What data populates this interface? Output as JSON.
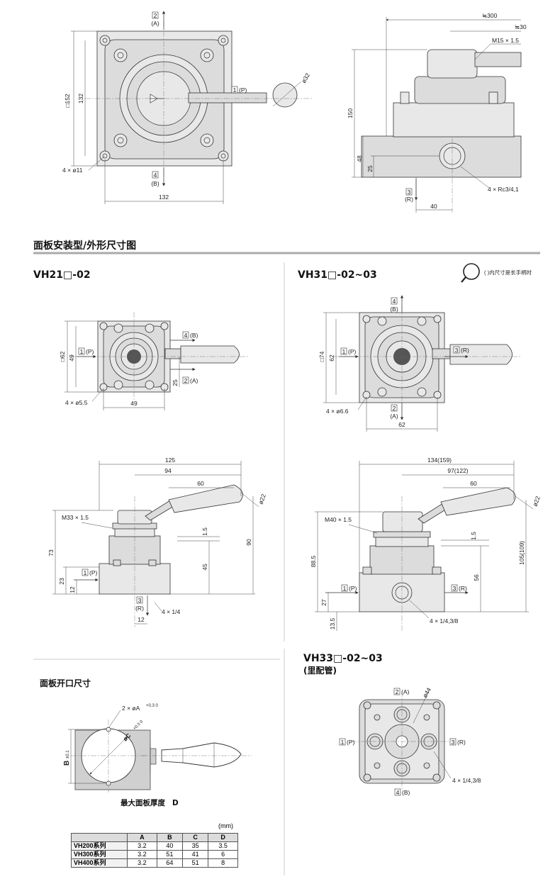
{
  "top_section": {
    "left_view": {
      "ports": {
        "p2": "2",
        "p2_letter": "(A)",
        "p4": "4",
        "p4_letter": "(B)",
        "p1": "1",
        "p1_letter": "(P)"
      },
      "dims": {
        "width": "132",
        "height": "132",
        "square": "□152",
        "holes": "4 × ø11",
        "knob": "ø32"
      }
    },
    "right_view": {
      "dims": {
        "d300": "≒300",
        "d30": "≒30",
        "thread": "M15 × 1.5",
        "h150": "150",
        "h48": "48",
        "h25": "25",
        "ports": "4 × Rc3/4,1",
        "w40": "40"
      },
      "ports": {
        "p3": "3",
        "p3_letter": "(R)"
      }
    }
  },
  "section_title": "面板安装型/外形尺寸图",
  "vh21": {
    "title": "VH21□-02",
    "top_view": {
      "square": "□62",
      "d49v": "49",
      "d49h": "49",
      "d25": "25",
      "holes": "4 × ø5.5",
      "p1": "1",
      "p1_letter": "(P)",
      "p4": "4",
      "p4_letter": "(B)",
      "p2": "2",
      "p2_letter": "(A)"
    },
    "side_view": {
      "d125": "125",
      "d94": "94",
      "d60": "60",
      "d22": "ø22",
      "thread": "M33 × 1.5",
      "d1_5": "1.5",
      "d90": "90",
      "d45": "45",
      "d73": "73",
      "d23": "23",
      "d12v": "12",
      "d12h": "12",
      "ports": "4 × 1/4",
      "p1": "1",
      "p1_letter": "(P)",
      "p3": "3",
      "p3_letter": "(R)"
    }
  },
  "vh31": {
    "title": "VH31□-02~03",
    "note": "( )内尺寸是长手柄时",
    "top_view": {
      "square": "□74",
      "d62v": "62",
      "d62h": "62",
      "holes": "4 × ø6.6",
      "p4": "4",
      "p4_letter": "(B)",
      "p1": "1",
      "p1_letter": "(P)",
      "p3": "3",
      "p3_letter": "(R)",
      "p2": "2",
      "p2_letter": "(A)"
    },
    "side_view": {
      "d134": "134(159)",
      "d97": "97(122)",
      "d60": "60",
      "d22": "ø22",
      "thread": "M40 × 1.5",
      "d1_5": "1.5",
      "d105": "105(109)",
      "d56": "56",
      "d88": "88.5",
      "d27": "27",
      "d13": "13.5",
      "ports": "4 × 1/4,3/8",
      "p1": "1",
      "p1_letter": "(P)",
      "p3": "3",
      "p3_letter": "(R)"
    }
  },
  "vh33": {
    "title": "VH33□-02~03",
    "subtitle": "(里配管)",
    "dims": {
      "d44": "ø44",
      "ports": "4 × 1/4,3/8"
    },
    "ports": {
      "p2": "2",
      "p2_letter": "(A)",
      "p1": "1",
      "p1_letter": "(P)",
      "p3": "3",
      "p3_letter": "(R)",
      "p4": "4",
      "p4_letter": "(B)"
    }
  },
  "panel_cutout": {
    "title": "面板开口尺寸",
    "hole_label": "2 × øA",
    "hole_tol": "+0.3 0",
    "dia_label": "øC",
    "dia_tol": "+0.5 0",
    "b_label": "B",
    "b_tol": "±0.1",
    "thickness_label": "最大面板厚度",
    "thickness_letter": "D"
  },
  "spec_table": {
    "unit": "(mm)",
    "headers": [
      "",
      "A",
      "B",
      "C",
      "D"
    ],
    "rows": [
      {
        "series": "VH200系列",
        "A": "3.2",
        "B": "40",
        "C": "35",
        "D": "3.5"
      },
      {
        "series": "VH300系列",
        "A": "3.2",
        "B": "51",
        "C": "41",
        "D": "6"
      },
      {
        "series": "VH400系列",
        "A": "3.2",
        "B": "64",
        "C": "51",
        "D": "8"
      }
    ]
  }
}
